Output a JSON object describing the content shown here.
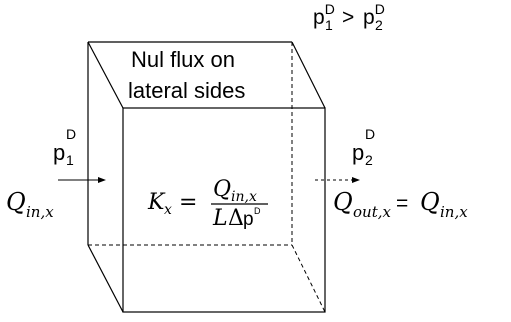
{
  "diagram": {
    "pressure_relation": {
      "p1": "p",
      "p1_sup": "D",
      "p1_sub": "1",
      "gt": ">",
      "p2": "p",
      "p2_sup": "D",
      "p2_sub": "2"
    },
    "boundary_note": {
      "line1": "Nul flux on",
      "line2": "lateral sides"
    },
    "left_pressure": {
      "base": "p",
      "sup": "D",
      "sub": "1"
    },
    "right_pressure": {
      "base": "p",
      "sup": "D",
      "sub": "2"
    },
    "inflow": {
      "base": "Q",
      "sub": "in,x"
    },
    "outflow": {
      "base": "Q",
      "sub": "out,x",
      "eq": "=",
      "rhs_base": "Q",
      "rhs_sub": "in,x"
    },
    "formula": {
      "lhs_base": "K",
      "lhs_sub": "x",
      "eq": "=",
      "num_base": "Q",
      "num_sub": "in,x",
      "den_L": "L",
      "den_delta": "Δ",
      "den_p": "p",
      "den_p_sup": "D"
    }
  }
}
